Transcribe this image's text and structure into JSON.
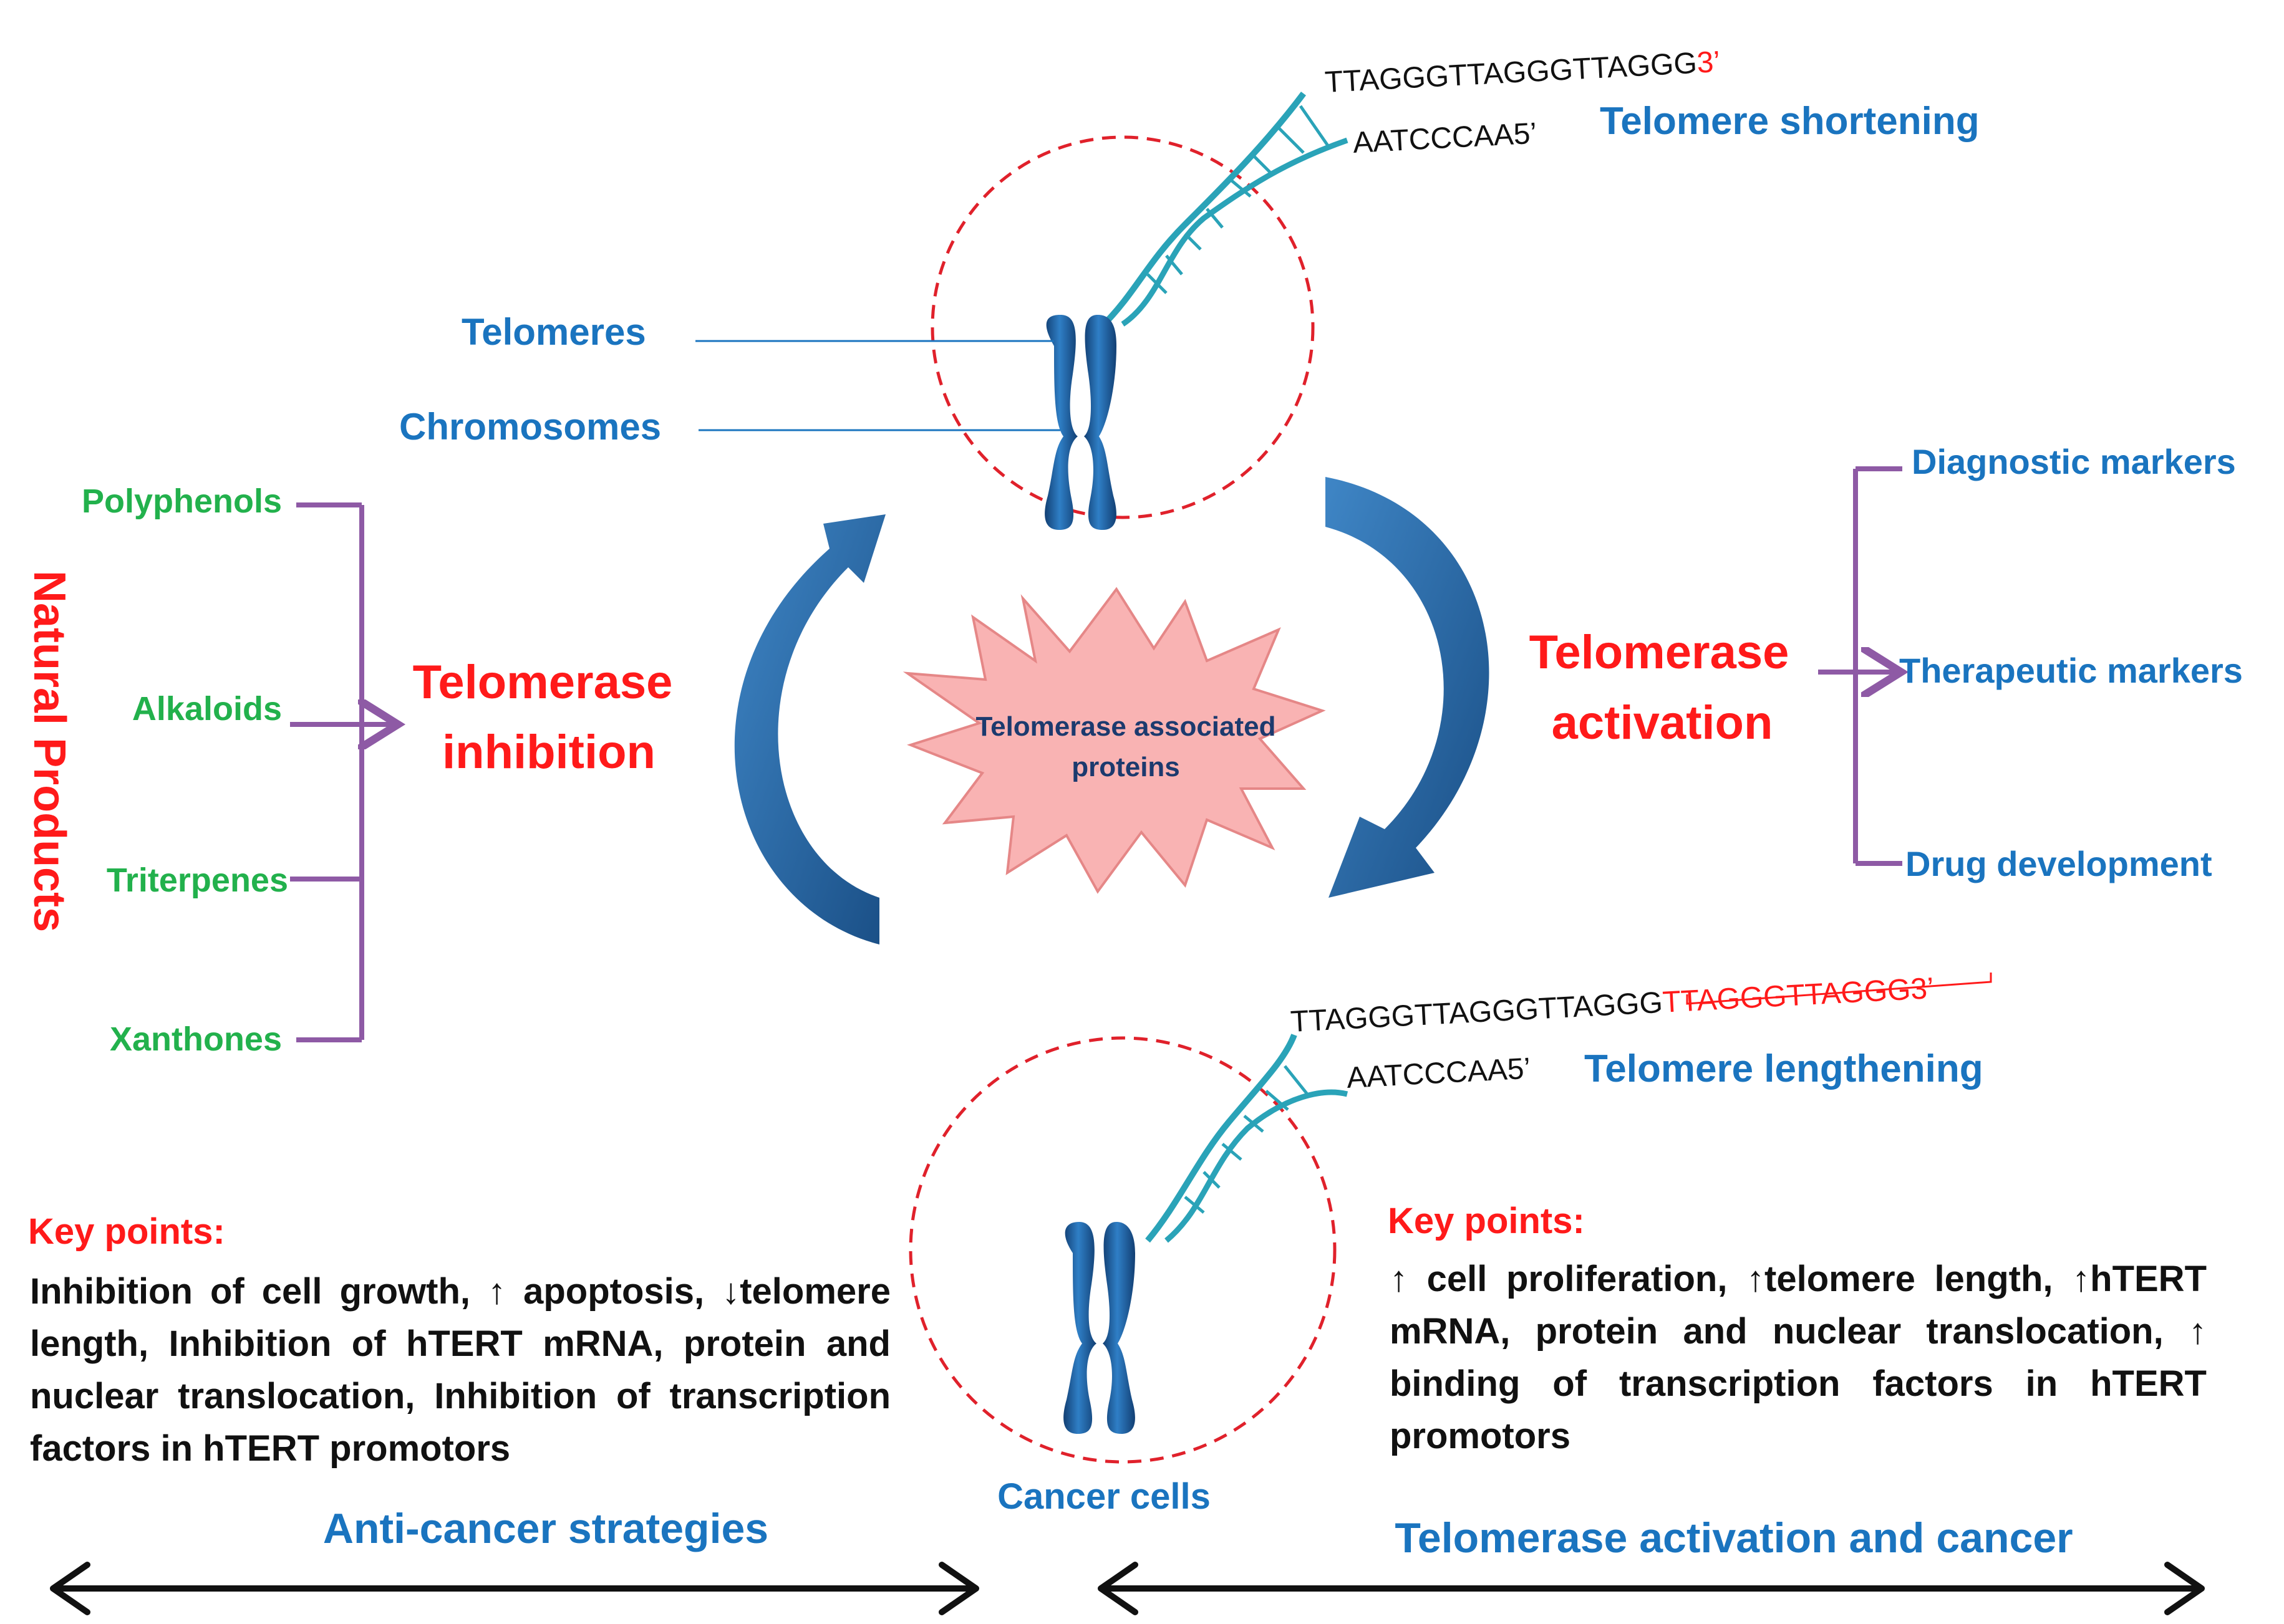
{
  "colors": {
    "blue_label": "#1a74bf",
    "red_label": "#ff1a1a",
    "green_label": "#22b14c",
    "purple_bracket": "#8e5aa5",
    "dashed_circle": "#e0212b",
    "star_fill": "#f9b3b3",
    "star_text": "#1c3a6e",
    "arrow_blue": "#2a6aa8",
    "chromosome_blue": "#1f5fa0",
    "dna_teal": "#2aa3b8"
  },
  "top_dna": {
    "strand_top_black": "TTAGGGTTAGGGTTAGGG",
    "strand_top_red": "3’",
    "strand_bottom": "AATCCCAA5’",
    "label": "Telomere shortening",
    "icon": "dna-helix-icon"
  },
  "top_cell": {
    "telomeres_label": "Telomeres",
    "chromosomes_label": "Chromosomes",
    "icon": "chromosome-icon"
  },
  "center": {
    "star_line1": "Telomerase associated",
    "star_line2": "proteins"
  },
  "left_branch": {
    "vertical_title": "Natural Products",
    "items": [
      "Polyphenols",
      "Alkaloids",
      "Triterpenes",
      "Xanthones"
    ],
    "result_line1": "Telomerase",
    "result_line2": "inhibition"
  },
  "right_branch": {
    "title_line1": "Telomerase",
    "title_line2": "activation",
    "items": [
      "Diagnostic markers",
      "Therapeutic markers",
      "Drug development"
    ]
  },
  "bottom_dna": {
    "strand_top_black": "TTAGGGTTAGGGTTAGGG",
    "strand_top_red": "TTAGGGTTAGGG3’",
    "strand_bottom": "AATCCCAA5’",
    "label": "Telomere lengthening"
  },
  "bottom_cell": {
    "label": "Cancer cells"
  },
  "left_keypoints": {
    "heading": "Key points:",
    "text": "Inhibition of cell growth, ↑ apoptosis, ↓telomere length, Inhibition of hTERT mRNA, protein and nuclear translocation, Inhibition of transcription factors in hTERT promotors"
  },
  "right_keypoints": {
    "heading": "Key points:",
    "text": "↑ cell proliferation, ↑telomere length, ↑hTERT mRNA, protein and nuclear translocation, ↑ binding of transcription factors in hTERT promotors"
  },
  "footer": {
    "left_label": "Anti-cancer strategies",
    "right_label": "Telomerase activation and cancer"
  }
}
